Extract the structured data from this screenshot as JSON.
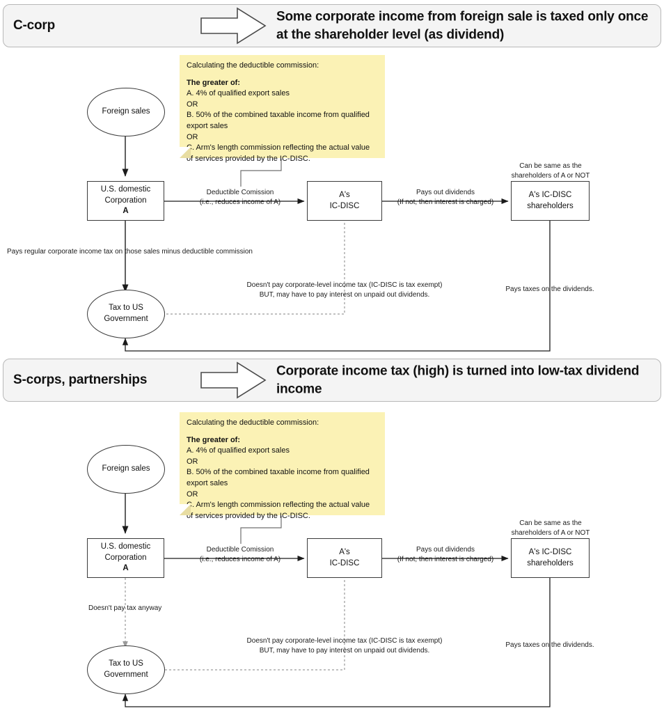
{
  "sections": [
    {
      "id": "c-corp",
      "banner": {
        "label": "C-corp",
        "text": "Some corporate income from foreign sale is taxed only once at the shareholder level (as dividend)",
        "arrow_icon": "right-arrow-icon"
      },
      "note": {
        "title": "Calculating the deductible commission:",
        "subtitle": "The greater of:",
        "body": "A. 4% of qualified export sales\nOR\nB. 50% of the combined taxable income from qualified export sales\nOR\nC. Arm's length commission reflecting the actual value of services provided by the IC-DISC.",
        "color": "#fbf2b5"
      },
      "nodes": {
        "foreign_sales": "Foreign sales",
        "domestic_corp_line1": "U.S. domestic",
        "domestic_corp_line2": "Corporation",
        "domestic_corp_line3": "A",
        "ic_disc_line1": "A's",
        "ic_disc_line2": "IC-DISC",
        "shareholders_line1": "A's IC-DISC",
        "shareholders_line2": "shareholders",
        "tax_line1": "Tax to US",
        "tax_line2": "Government"
      },
      "labels": {
        "shareholders_caption": "Can be same as the\nshareholders of A or NOT",
        "commission": "Deductible Comission\n(i.e., reduces income of A)",
        "dividends": "Pays out dividends\n(If not, then interest is charged)",
        "corp_tax": "Pays regular corporate income tax on those sales minus deductible commission",
        "icdisc_tax": "Doesn't pay corporate-level income tax (IC-DISC is tax exempt)\nBUT, may have to pay interest on unpaid out dividends.",
        "shareholder_tax": "Pays taxes on the dividends."
      }
    },
    {
      "id": "s-corp",
      "banner": {
        "label": "S-corps, partnerships",
        "text": "Corporate income tax (high) is turned into low-tax dividend income",
        "arrow_icon": "right-arrow-icon"
      },
      "note": {
        "title": "Calculating the deductible commission:",
        "subtitle": "The greater of:",
        "body": "A. 4% of qualified export sales\nOR\nB. 50% of the combined taxable income from qualified export sales\nOR\nC. Arm's length commission reflecting the actual value of services provided by the IC-DISC.",
        "color": "#fbf2b5"
      },
      "nodes": {
        "foreign_sales": "Foreign sales",
        "domestic_corp_line1": "U.S. domestic",
        "domestic_corp_line2": "Corporation",
        "domestic_corp_line3": "A",
        "ic_disc_line1": "A's",
        "ic_disc_line2": "IC-DISC",
        "shareholders_line1": "A's IC-DISC",
        "shareholders_line2": "shareholders",
        "tax_line1": "Tax to US",
        "tax_line2": "Government"
      },
      "labels": {
        "shareholders_caption": "Can be same as the\nshareholders of A or NOT",
        "commission": "Deductible Comission\n(i.e., reduces income of A)",
        "dividends": "Pays out dividends\n(If not, then interest is charged)",
        "corp_tax": "Doesn't pay tax anyway",
        "icdisc_tax": "Doesn't pay corporate-level income tax (IC-DISC is tax exempt)\nBUT, may have to pay interest on unpaid out dividends.",
        "shareholder_tax": "Pays taxes on the dividends."
      }
    }
  ],
  "colors": {
    "banner_bg": "#f4f4f4",
    "banner_border": "#b8b8b8",
    "note_bg": "#fbf2b5",
    "stroke": "#3a3a3a",
    "dashed_stroke": "#9a9a9a"
  }
}
